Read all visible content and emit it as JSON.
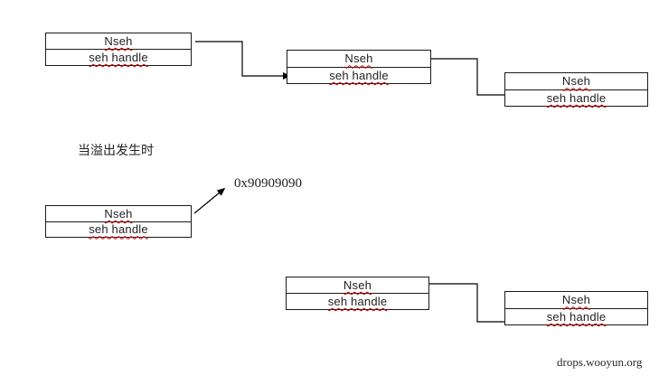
{
  "diagram": {
    "top_chain": {
      "nodes": [
        {
          "top": "Nseh",
          "bottom": "seh handle"
        },
        {
          "top": "Nseh",
          "bottom": "seh handle"
        },
        {
          "top": "Nseh",
          "bottom": "seh handle"
        }
      ]
    },
    "overflow_section": {
      "caption": "当溢出发生时",
      "overwritten_address": "0x90909090",
      "node": {
        "top": "Nseh",
        "bottom": "seh handle"
      }
    },
    "bottom_chain": {
      "nodes": [
        {
          "top": "Nseh",
          "bottom": "seh handle"
        },
        {
          "top": "Nseh",
          "bottom": "seh handle"
        }
      ]
    },
    "connections": [
      {
        "from": "top-chain-node-1",
        "to": "top-chain-node-2",
        "style": "elbow"
      },
      {
        "from": "top-chain-node-2",
        "to": "top-chain-node-3",
        "style": "elbow"
      },
      {
        "from": "overflow-node",
        "to": "0x90909090",
        "style": "diagonal"
      },
      {
        "from": "bottom-chain-node-1",
        "to": "bottom-chain-node-2",
        "style": "elbow"
      }
    ],
    "colors": {
      "line": "#000000",
      "squiggle": "#cc0000",
      "text": "#1f1f1f",
      "background": "#ffffff"
    }
  },
  "watermark": "drops.wooyun.org"
}
